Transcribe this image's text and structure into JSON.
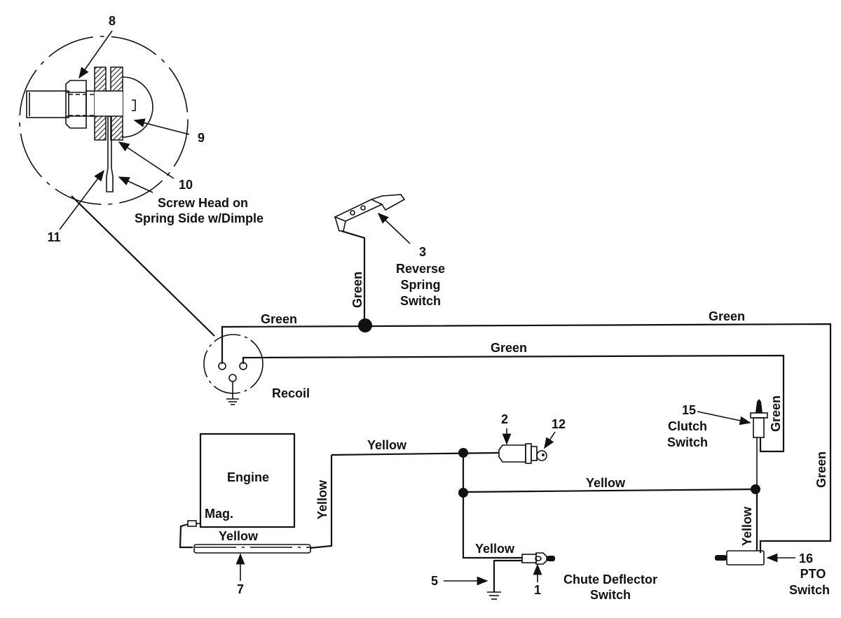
{
  "diagram": {
    "title": "Wiring diagram - safety interlock switches",
    "callouts": {
      "c8": "8",
      "c9": "9",
      "c10": "10",
      "c11": "11",
      "c3": "3",
      "c2": "2",
      "c12": "12",
      "c15": "15",
      "c16": "16",
      "c7": "7",
      "c5": "5",
      "c1": "1"
    },
    "labels": {
      "screw_line1": "Screw Head on",
      "screw_line2": "Spring Side w/Dimple",
      "reverse_line1": "Reverse",
      "reverse_line2": "Spring",
      "reverse_line3": "Switch",
      "recoil": "Recoil",
      "engine": "Engine",
      "mag": "Mag.",
      "clutch_line1": "Clutch",
      "clutch_line2": "Switch",
      "pto_line1": "PTO",
      "pto_line2": "Switch",
      "chute_line1": "Chute Deflector",
      "chute_line2": "Switch"
    },
    "wires": {
      "green_reverse": "Green",
      "green_top_left": "Green",
      "green_top_right": "Green",
      "green_mid": "Green",
      "green_clutch": "Green",
      "green_right": "Green",
      "yellow_engine_vert": "Yellow",
      "yellow_engine_bottom": "Yellow",
      "yellow_top": "Yellow",
      "yellow_mid": "Yellow",
      "yellow_chute": "Yellow",
      "yellow_pto": "Yellow"
    }
  }
}
